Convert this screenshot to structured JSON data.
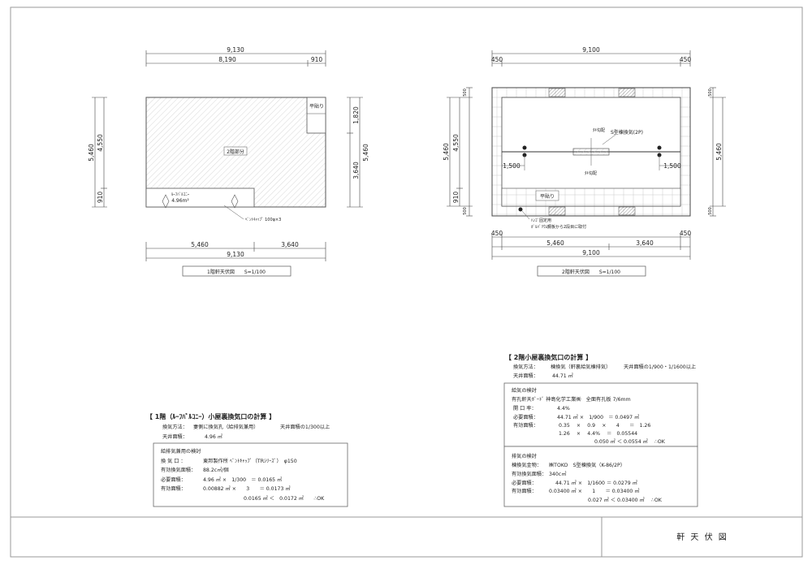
{
  "plan1": {
    "dim_total_top": "9,130",
    "dim_top_a": "8,190",
    "dim_top_b": "910",
    "dim_left_total": "5,460",
    "dim_left_a": "4,550",
    "dim_left_b": "910",
    "dim_right_a": "1,820",
    "dim_right_b": "3,640",
    "dim_right_total": "5,460",
    "dim_bottom_a": "5,460",
    "dim_bottom_b": "3,640",
    "dim_bottom_total": "9,130",
    "room_hira": "平貼り",
    "room_2f": "2階部分",
    "balcony_label": "ﾙｰﾌﾊﾞﾙｺﾆｰ",
    "balcony_area": "4.96m²",
    "vent_note": "ﾍﾞﾝﾄｷｬｯﾌﾟ 100φ×3",
    "caption": "1階軒天伏図　　S=1/100"
  },
  "plan2": {
    "dim_total_top": "9,100",
    "dim_top_left": "450",
    "dim_top_right": "450",
    "dim_left_total": "5,460",
    "dim_left_a": "4,550",
    "dim_left_b": "910",
    "dim_left_top": "500",
    "dim_left_bottom": "500",
    "dim_right_total": "5,460",
    "dim_right_top": "500",
    "dim_right_bottom": "500",
    "dim_in_left": "1,500",
    "dim_in_right": "1,500",
    "dim_bottom_left": "450",
    "dim_bottom_right": "450",
    "dim_bottom_a": "5,460",
    "dim_bottom_b": "3,640",
    "dim_bottom_total": "9,100",
    "vent_label": "S型棟換気(2P)",
    "small_top": "ﾀｷ勾配",
    "small_bottom": "ﾀｷ勾配",
    "room_hira": "平貼り",
    "note_line1": "ﾊﾝｺﾞ固定用",
    "note_line2": "ｶﾞﾙﾊﾞﾘｳﾑ鋼板から2段目に取付",
    "caption": "2階軒天伏図　　S=1/100"
  },
  "calc1": {
    "title": "【 1階（ﾙｰﾌﾊﾞﾙｺﾆｰ）小屋裏換気口の計算 】",
    "method_label": "換気方法：",
    "method_value": "妻側に換気孔（給排気兼用）",
    "method_note": "天井面積の1/300以上",
    "area_label": "天井面積：",
    "area_value": "4.96 ㎡",
    "box_title": "給排気兼用の検討",
    "r1_label": "換 気 口 ：",
    "r1_value": "東邦製作所 ﾍﾞﾝﾄｷｬｯﾌﾟ（TRｼﾘｰｽﾞ）　φ150",
    "r2_label": "有効換気面積：",
    "r2_value": "88.2c㎡/個",
    "r3_label": "必要面積：",
    "r3_value": "4.96 ㎡ ×　1/300　＝ 0.0165 ㎡",
    "r4_label": "有効面積：",
    "r4_value": "0.00882 ㎡ ×　　3　　＝ 0.0173 ㎡",
    "r5_value": "0.0165 ㎡ ＜　0.0172 ㎡　　∴OK"
  },
  "calc2": {
    "title": "【 2階小屋裏換気口の計算 】",
    "method_label": "換気方法：",
    "method_value": "棟換気（軒裏給気棟排気）",
    "method_note": "天井面積の1/900・1/1600以上",
    "area_label": "天井面積：",
    "area_value": "44.71 ㎡",
    "box1_title": "給気の検討",
    "b1r1": "有孔軒天ﾎﾞｰﾄﾞ 神島化学工業㈱　全面有孔板 7/6mm",
    "b1r2_label": "開 口 率：",
    "b1r2_value": "4.4%",
    "b1r3_label": "必要面積：",
    "b1r3_value": "44.71 ㎡ ×　1/900　＝ 0.0497 ㎡",
    "b1r4_label": "有効面積：",
    "b1r4_value": "0.35　 ×　 0.9　 ×　　4　　＝　1.26",
    "b1r5_value": "1.26　 ×　 4.4%　 ＝　0.05544",
    "b1r6_value": "0.050 ㎡ ＜ 0.0554 ㎡　 ∴OK",
    "box2_title": "排気の検討",
    "b2r1_label": "棟換気金物：",
    "b2r1_value": "㈱TOKO　S型棟換気（K-86/2P）",
    "b2r2_label": "有効換気面積：",
    "b2r2_value": "340c㎡",
    "b2r3_label": "必要面積：",
    "b2r3_value": "44.71 ㎡ ×　1/1600 ＝ 0.0279 ㎡",
    "b2r4_label": "有効面積：",
    "b2r4_value": "0.03400 ㎡ ×　　1　　＝ 0.03400 ㎡",
    "b2r5_value": "0.027 ㎡ ＜ 0.03400 ㎡　 ∴OK"
  },
  "title_block": {
    "drawing_title": "軒 天 伏 図"
  }
}
